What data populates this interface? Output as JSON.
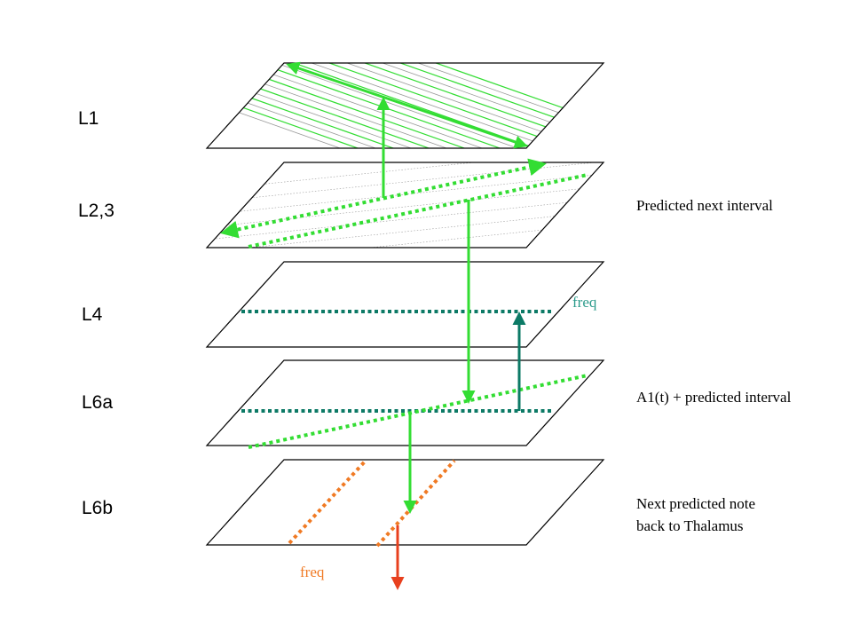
{
  "layers": [
    {
      "id": "l1",
      "label": "L1"
    },
    {
      "id": "l23",
      "label": "L2,3"
    },
    {
      "id": "l4",
      "label": "L4"
    },
    {
      "id": "l6a",
      "label": "L6a"
    },
    {
      "id": "l6b",
      "label": "L6b"
    }
  ],
  "annotations": {
    "predicted_next_interval": "Predicted next interval",
    "a1_predicted_interval": "A1(t) + predicted interval",
    "next_predicted_note_line1": "Next predicted note",
    "next_predicted_note_line2": "back to Thalamus"
  },
  "freq_labels": {
    "l4": "freq",
    "l6b": "freq"
  },
  "colors": {
    "green": "#33dd33",
    "teal": "#0c7a66",
    "teal_text": "#2a9a8a",
    "orange": "#f07a24",
    "red": "#e8401e",
    "outline": "#000000",
    "hatch_grey": "#9a9a9a"
  }
}
